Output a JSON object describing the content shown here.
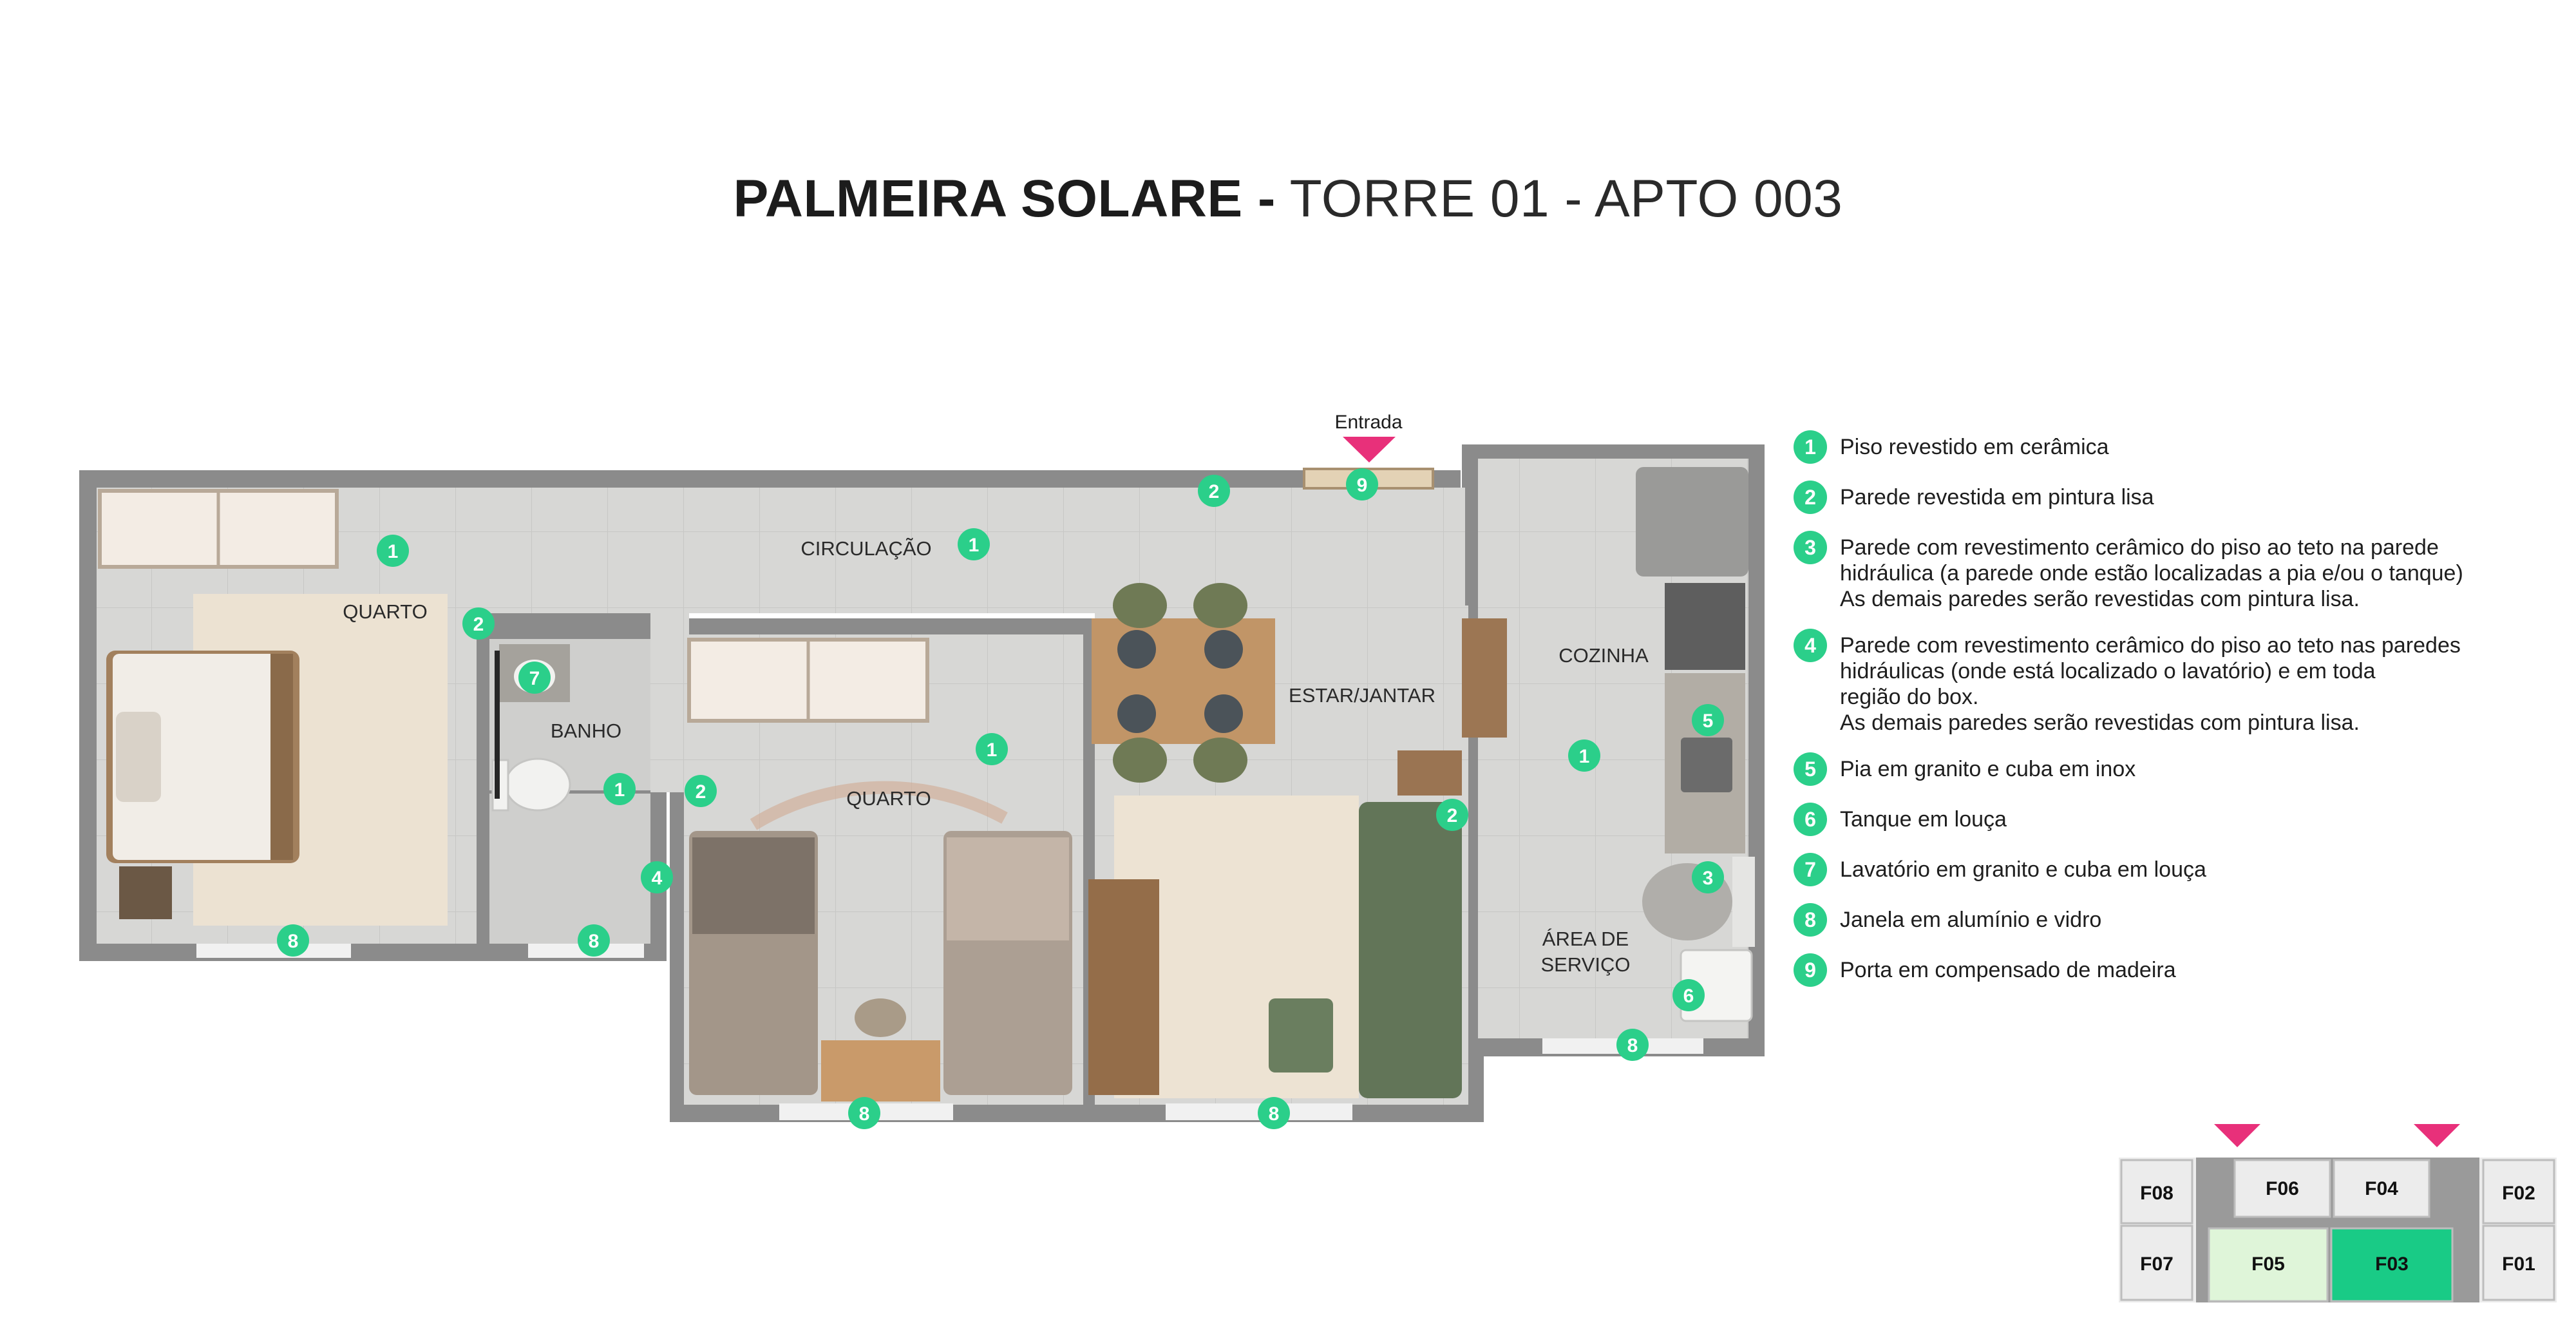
{
  "title": {
    "bold": "PALMEIRA SOLARE -",
    "light": "TORRE  01 - APTO 003"
  },
  "plan": {
    "entrance_label": "Entrada",
    "room_labels": {
      "quarto_1": "QUARTO",
      "banho": "BANHO",
      "circulacao": "CIRCULAÇÃO",
      "quarto_2": "QUARTO",
      "estar_jantar": "ESTAR/JANTAR",
      "cozinha": "COZINHA",
      "area_servico_line1": "ÁREA DE",
      "area_servico_line2": "SERVIÇO"
    },
    "markers": [
      "1",
      "2",
      "3",
      "4",
      "5",
      "6",
      "7",
      "8",
      "9"
    ]
  },
  "legend": [
    {
      "num": "1",
      "text": "Piso revestido em cerâmica"
    },
    {
      "num": "2",
      "text": "Parede revestida em pintura lisa"
    },
    {
      "num": "3",
      "text": "Parede com revestimento cerâmico do piso ao teto na parede\nhidráulica (a parede onde estão localizadas a pia e/ou o tanque)\nAs demais paredes serão revestidas com pintura lisa."
    },
    {
      "num": "4",
      "text": "Parede com revestimento cerâmico do piso ao teto nas paredes\nhidráulicas (onde está localizado o lavatório) e em toda\nregião do box.\nAs demais paredes serão revestidas com pintura lisa."
    },
    {
      "num": "5",
      "text": "Pia em granito e cuba em inox"
    },
    {
      "num": "6",
      "text": "Tanque em louça"
    },
    {
      "num": "7",
      "text": "Lavatório em granito e cuba em louça"
    },
    {
      "num": "8",
      "text": "Janela em alumínio e vidro"
    },
    {
      "num": "9",
      "text": "Porta em compensado de madeira"
    }
  ],
  "keyplan": {
    "units": [
      "F08",
      "F07",
      "F06",
      "F05",
      "F04",
      "F03",
      "F02",
      "F01"
    ],
    "highlight_unit": "F03"
  },
  "colors": {
    "marker_green": "#2bcf8a",
    "entrance_pink": "#e8307a",
    "highlight_green": "#19cb86",
    "light_green": "#dff5d9",
    "wall_gray": "#8a8a8a",
    "floor_tile": "#d6d6d4"
  }
}
